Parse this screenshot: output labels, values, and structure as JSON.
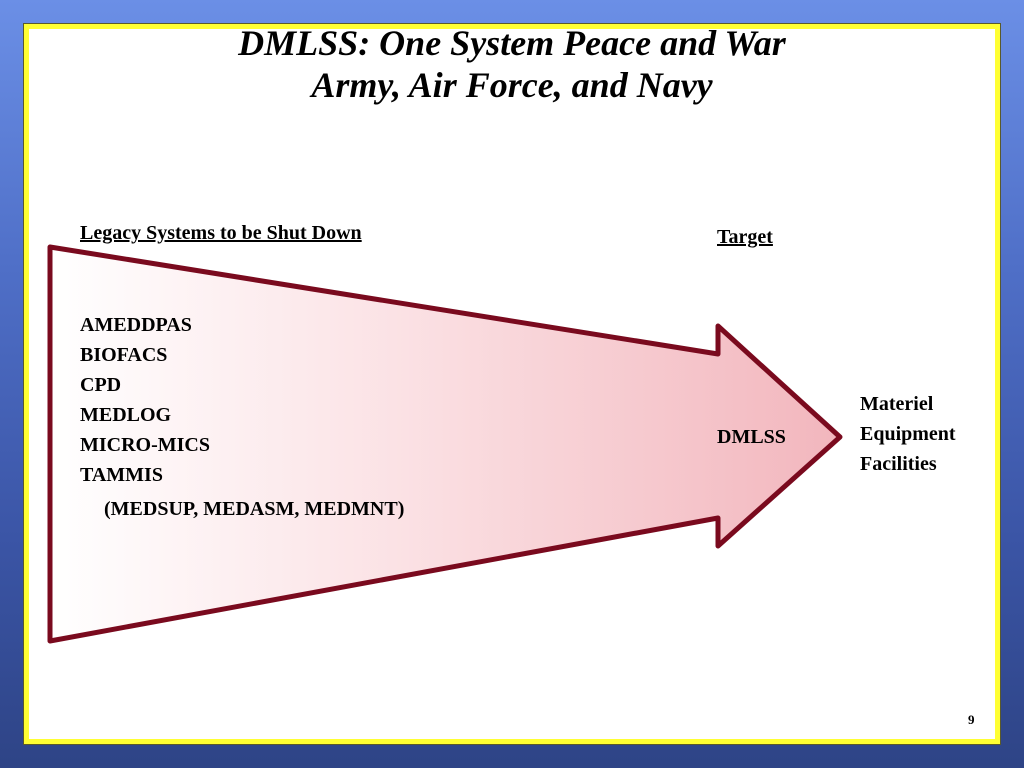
{
  "slide": {
    "title_line1": "DMLSS: One System Peace and War",
    "title_line2": "Army, Air Force, and Navy",
    "legacy_heading": "Legacy Systems to be Shut Down",
    "target_heading": "Target",
    "legacy_systems": [
      "AMEDDPAS",
      "BIOFACS",
      "CPD",
      "MEDLOG",
      "MICRO-MICS",
      "TAMMIS"
    ],
    "tammis_subsystems": "(MEDSUP, MEDASM, MEDMNT)",
    "target_system": "DMLSS",
    "outputs": [
      "Materiel",
      "Equipment",
      "Facilities"
    ],
    "page_number": "9"
  },
  "colors": {
    "background_top": "#6b8fe6",
    "background_bottom": "#2e4486",
    "frame_border": "#ffff33",
    "arrow_outline": "#7a0a1e",
    "arrow_fill_start": "#ffffff",
    "arrow_fill_end": "#f3b9c0"
  }
}
